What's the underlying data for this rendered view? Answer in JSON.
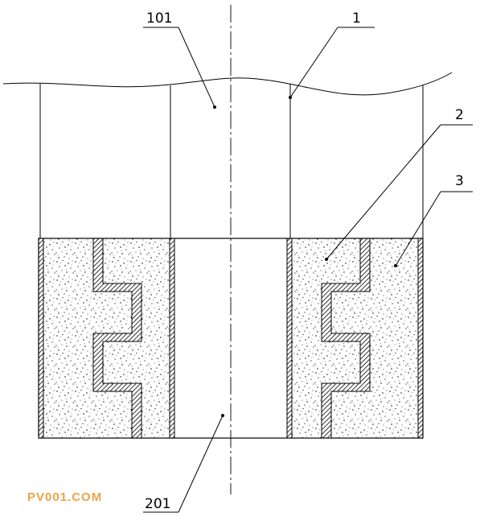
{
  "labels": {
    "top_center": "101",
    "top_right": "1",
    "right_upper": "2",
    "right_lower": "3",
    "bottom_center": "201"
  },
  "watermark": "PV001.COM",
  "colors": {
    "line": "#000000",
    "background": "#ffffff",
    "speckle_dot": "#000000",
    "watermark": "#f0a24a"
  }
}
